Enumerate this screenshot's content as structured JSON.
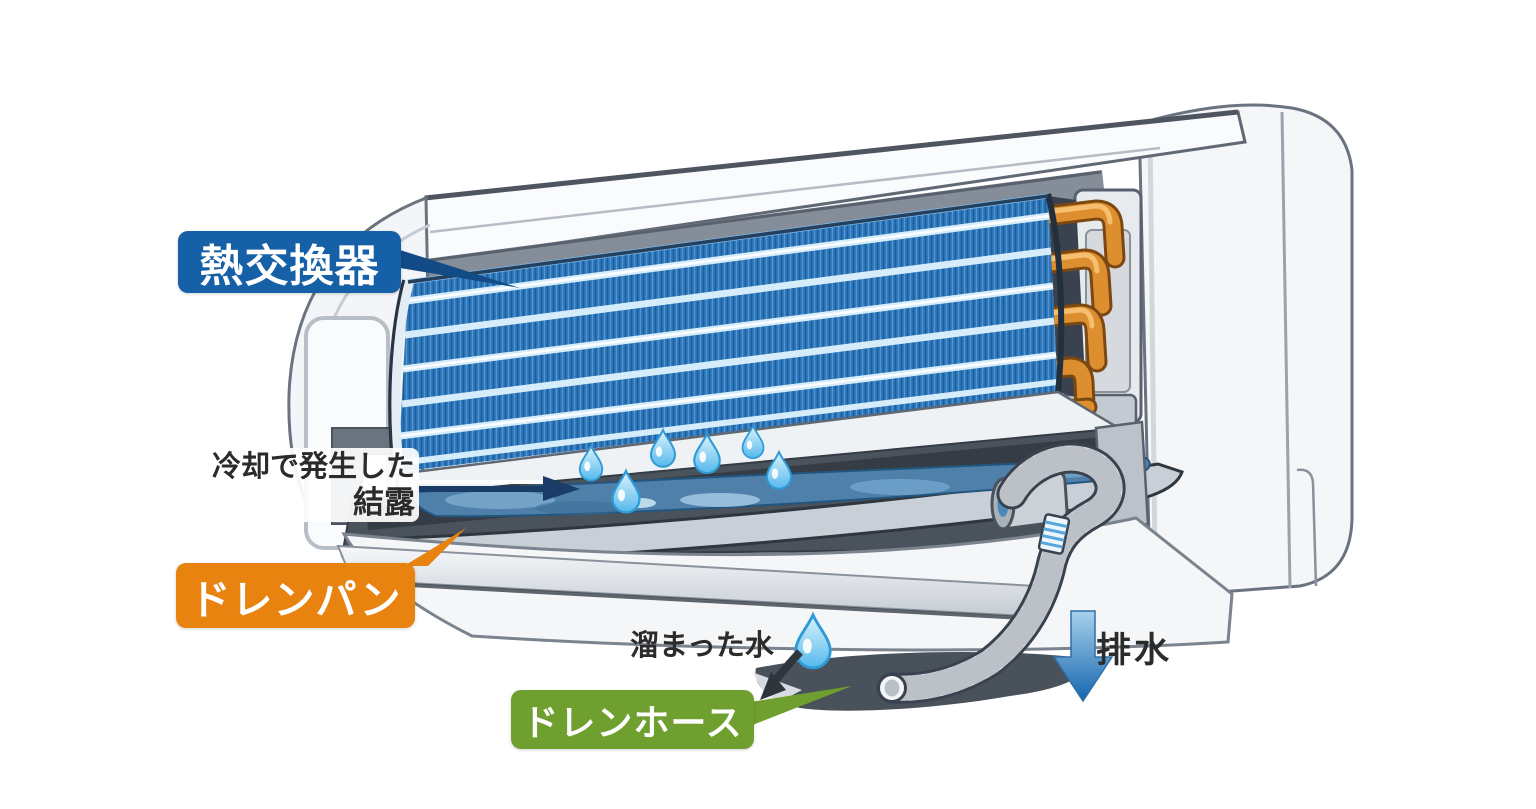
{
  "diagram": {
    "subject": "air-conditioner-drainage-cutaway",
    "labels": {
      "heat_exchanger": "熱交換器",
      "condensation_line1": "冷却で発生した",
      "condensation_line2": "結露",
      "drain_pan": "ドレンパン",
      "drain_hose": "ドレンホース",
      "accumulated_water": "溜まった水",
      "drainage": "排水"
    },
    "colors": {
      "heat_exchanger_label_bg": "#1560A6",
      "drain_pan_label_bg": "#E8830F",
      "drain_hose_label_bg": "#6FA02F",
      "label_text": "#FFFFFF",
      "annotation_text": "#2B2B2B",
      "fin_blue": "#2E7BC0",
      "fin_stripe": "#D5ECFA",
      "copper_orange": "#DD8E2F",
      "water_blue": "#4E80AA",
      "droplet_blue": "#54B9EC",
      "casing_white": "#F4F6F8",
      "cavity_dark": "#4A525C",
      "drain_arrow_gradient_top": "#A8D1EC",
      "drain_arrow_gradient_bottom": "#1566AE"
    }
  }
}
